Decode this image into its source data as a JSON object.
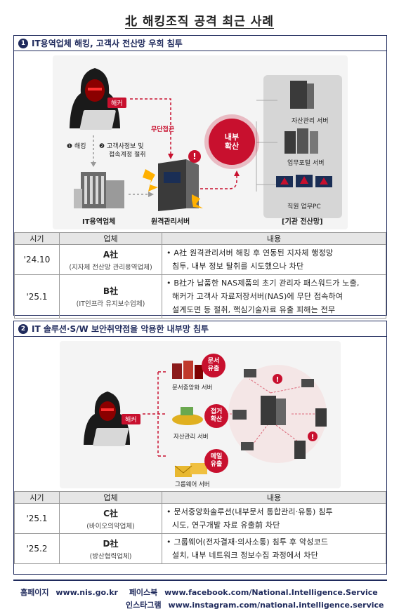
{
  "title": "北 해킹조직 공격 최근 사례",
  "section1": {
    "number": "1",
    "heading": "IT용역업체 해킹, 고객사 전산망 우회 침투",
    "diagram": {
      "hacker_tag": "해커",
      "step1": "❶ 해킹",
      "step2": "❷ 고객사정보 및",
      "step2b": "접속계정 절취",
      "unauthorized": "무단접근",
      "internal_spread": "내부\n확산",
      "server_asset": "자산관리 서버",
      "server_portal": "업무포털 서버",
      "employee_pc": "직원 업무PC",
      "it_vendor": "IT용역업체",
      "remote_server": "원격관리서버",
      "agency_network": "[기관 전산망]"
    },
    "table": {
      "headers": [
        "시기",
        "업체",
        "내용"
      ],
      "rows": [
        {
          "date": "'24.10",
          "company": "A社",
          "sub": "(지자체 전산망 관리용역업체)",
          "content": [
            "• A社 원격관리서버 해킹 후 연동된 지자체 행정망",
            "침투, 내부 정보 탈취를 시도했으나 차단"
          ]
        },
        {
          "date": "'25.1",
          "company": "B社",
          "sub": "(IT인프라 유지보수업체)",
          "content": [
            "• B社가 납품한 NAS제품의 초기 관리자 패스워드가 노출,",
            "해커가 고객사 자료저장서버(NAS)에 무단 접속하여",
            "설계도면 등 절취, 핵심기술자료 유출 피해는 전무"
          ]
        }
      ]
    }
  },
  "section2": {
    "number": "2",
    "heading": "IT 솔루션·S/W 보안취약점을 악용한 내부망 침투",
    "diagram": {
      "hacker_tag": "해커",
      "bubble1": "문서\n유출",
      "bubble2": "접거\n확산",
      "bubble3": "메일\n유출",
      "server1": "문서중앙화 서버",
      "server2": "자산관리 서버",
      "server3": "그룹웨어 서버"
    },
    "table": {
      "headers": [
        "시기",
        "업체",
        "내용"
      ],
      "rows": [
        {
          "date": "'25.1",
          "company": "C社",
          "sub": "(바이오의약업체)",
          "content": [
            "• 문서중앙화솔루션(내부문서 통합관리·유통) 침투",
            "시도, 연구개발 자료 유출前 차단"
          ]
        },
        {
          "date": "'25.2",
          "company": "D社",
          "sub": "(방산협력업체)",
          "content": [
            "• 그룹웨어(전자결재·의사소통) 침투 후 악성코드",
            "설치, 내부 네트워크 정보수집 과정에서 차단"
          ]
        }
      ]
    }
  },
  "footer": {
    "homepage_label": "홈페이지",
    "homepage_url": "www.nis.go.kr",
    "facebook_label": "페이스북",
    "facebook_url": "www.facebook.com/National.Intelligence.Service",
    "instagram_label": "인스타그램",
    "instagram_url": "www.instagram.com/national.intelligence.service"
  }
}
